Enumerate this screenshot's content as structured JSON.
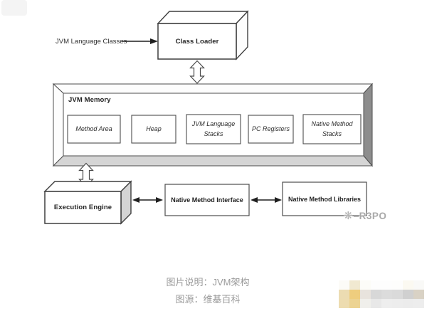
{
  "diagram": {
    "labels": {
      "jvm_language_classes": "JVM Language Classes",
      "class_loader": "Class Loader",
      "jvm_memory": "JVM Memory",
      "execution_engine": "Execution Engine",
      "native_method_interface": "Native Method Interface",
      "native_method_libraries": "Native Method Libraries"
    },
    "memory_boxes": [
      "Method Area",
      "Heap",
      "JVM Language Stacks",
      "PC Registers",
      "Native Method Stacks"
    ],
    "colors": {
      "box_border": "#4d4d4d",
      "arrow": "#1f1f1f",
      "frame_right_face": "#8d8d8d",
      "frame_bottom_face": "#d5d5d5",
      "box_3d_shade": "#d4d4d4",
      "caption_gray": "#9a9a9a",
      "watermark_gray": "#a9a9a9"
    }
  },
  "watermark": {
    "icon": "snowflake-icon",
    "text": "R3PO"
  },
  "caption": {
    "line1": "图片说明：JVM架构",
    "line2": "图源：维基百科"
  },
  "mosaic": {
    "cells": [
      [
        "#fcfbf7",
        "#f1e9d1",
        "#fcfcf8",
        "#fdfdfd",
        "#fdfdfd",
        "#fdfdfc",
        "#fbf9f1",
        "#f9f9f7"
      ],
      [
        "#ecdcb2",
        "#eecd7e",
        "#e8e3dd",
        "#d8d8d8",
        "#dcdcdc",
        "#dadada",
        "#d0d0d0",
        "#d9d2c5"
      ],
      [
        "#eddcb0",
        "#ecd392",
        "#f0efeb",
        "#e8e8e8",
        "#eeeeee",
        "#ededed",
        "#ececec",
        "#ededed"
      ]
    ]
  }
}
